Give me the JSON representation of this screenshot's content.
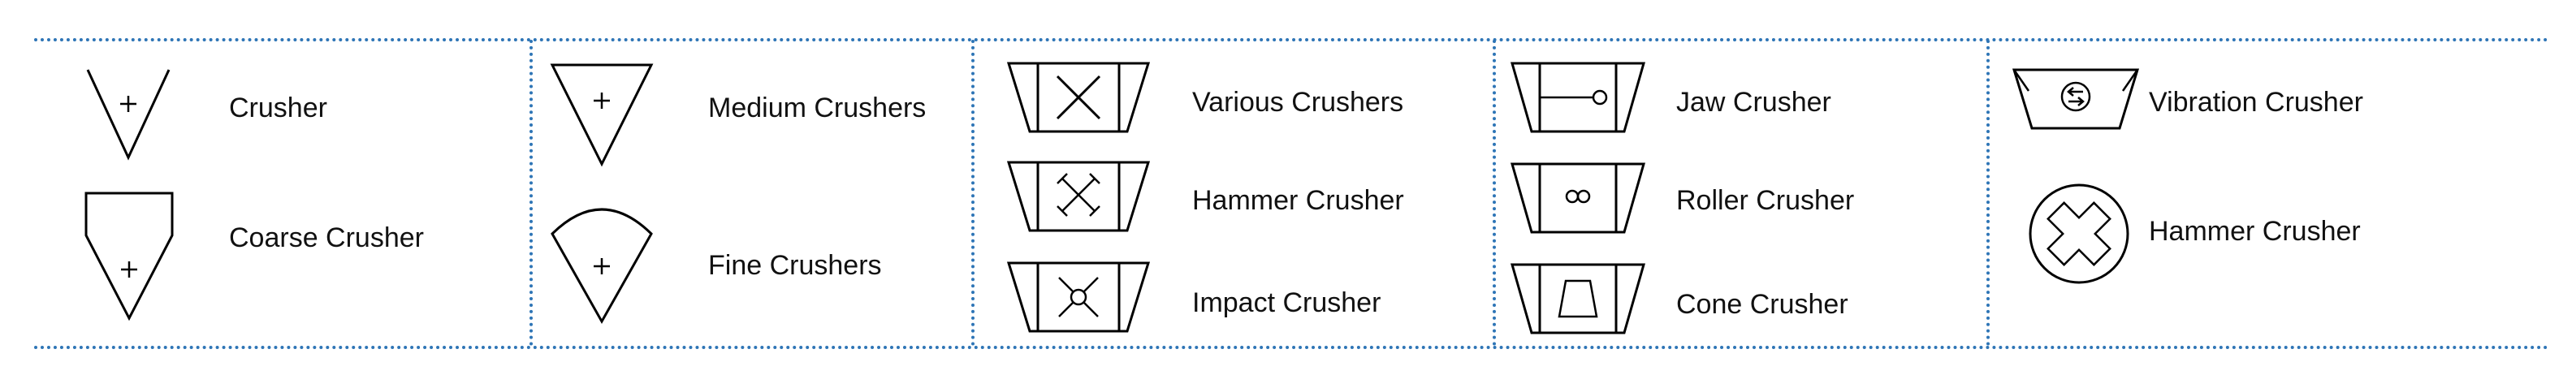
{
  "colors": {
    "divider": "#2e75b6",
    "stroke": "#000000",
    "text": "#111111"
  },
  "groups": [
    {
      "items": [
        {
          "label": "Crusher",
          "icon": "crusher-icon"
        },
        {
          "label": "Coarse Crusher",
          "icon": "coarse-crusher-icon"
        }
      ]
    },
    {
      "items": [
        {
          "label": "Medium Crushers",
          "icon": "medium-crusher-icon"
        },
        {
          "label": "Fine Crushers",
          "icon": "fine-crusher-icon"
        }
      ]
    },
    {
      "items": [
        {
          "label": "Various Crushers",
          "icon": "various-crusher-icon"
        },
        {
          "label": "Hammer Crusher",
          "icon": "hammer-crusher-icon"
        },
        {
          "label": "Impact Crusher",
          "icon": "impact-crusher-icon"
        }
      ]
    },
    {
      "items": [
        {
          "label": "Jaw Crusher",
          "icon": "jaw-crusher-icon"
        },
        {
          "label": "Roller Crusher",
          "icon": "roller-crusher-icon"
        },
        {
          "label": "Cone Crusher",
          "icon": "cone-crusher-icon"
        }
      ]
    },
    {
      "items": [
        {
          "label": "Vibration Crusher",
          "icon": "vibration-crusher-icon"
        },
        {
          "label": "Hammer Crusher",
          "icon": "hammer-crusher-round-icon"
        }
      ]
    }
  ]
}
